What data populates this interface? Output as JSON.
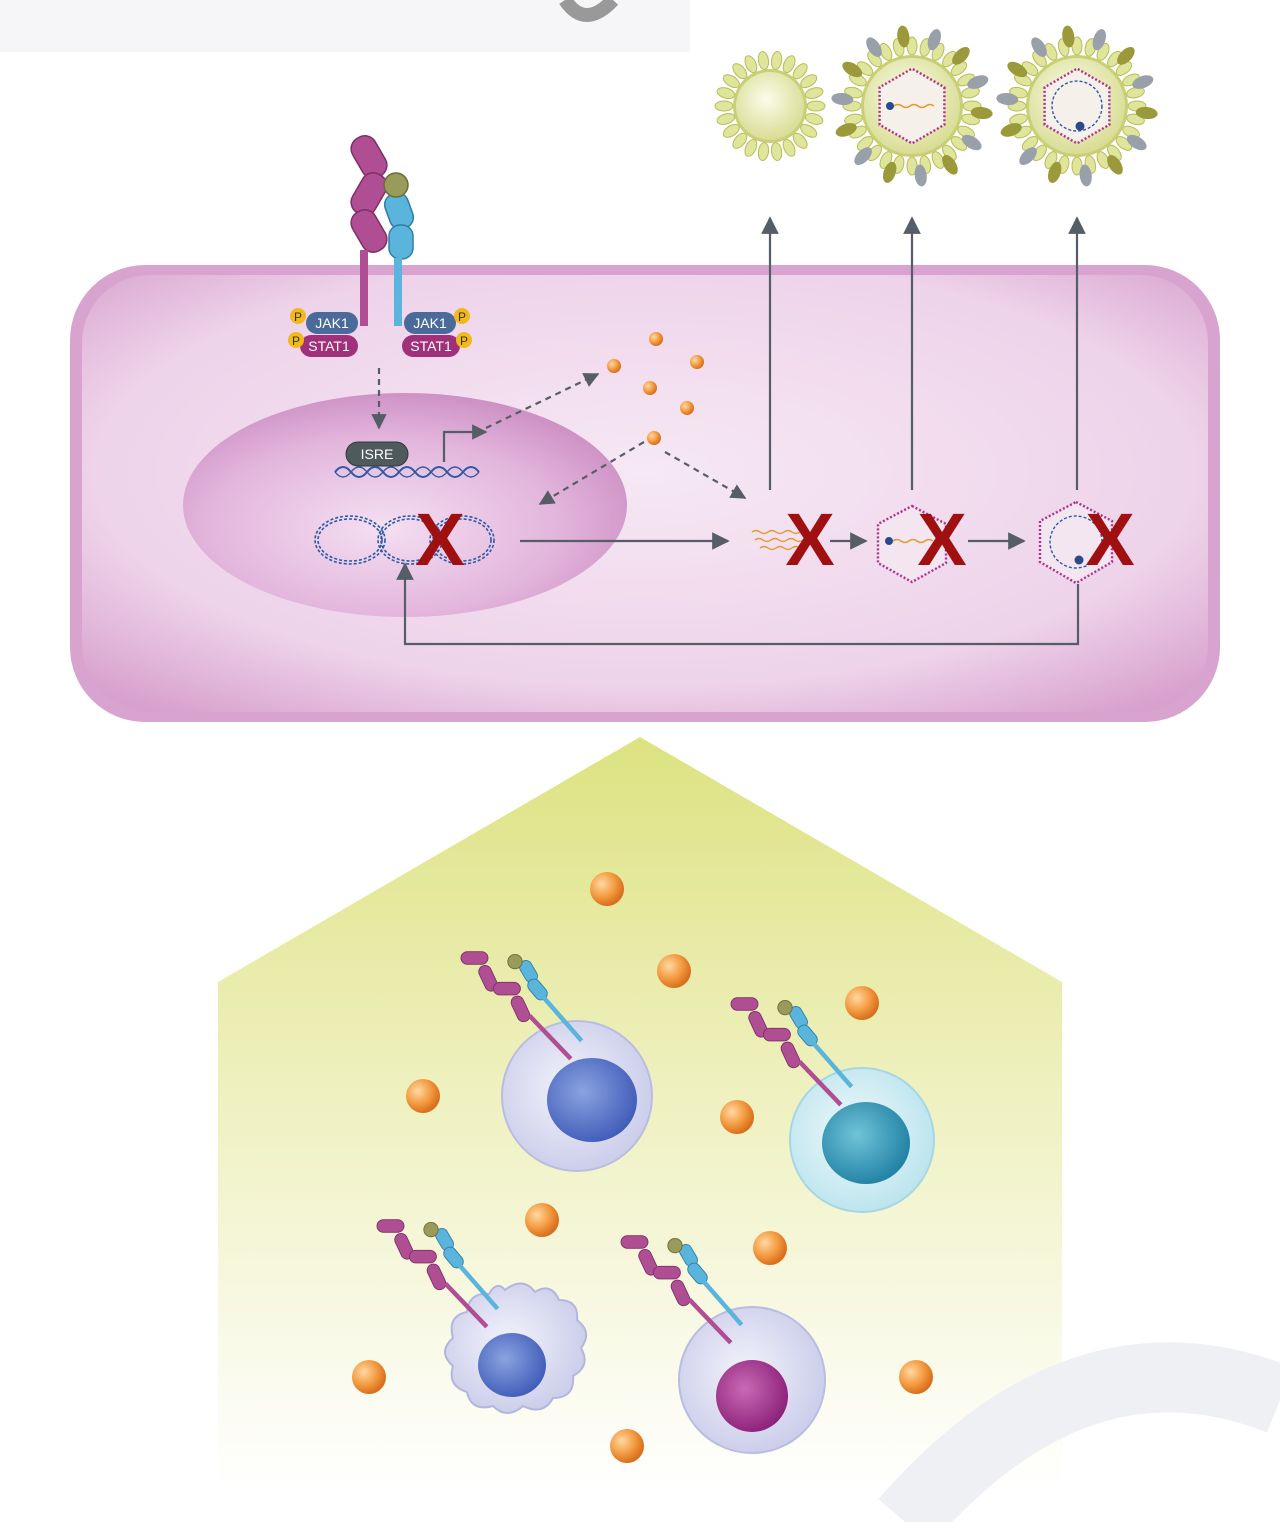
{
  "labels": {
    "jak1_left": "JAK1",
    "stat1_left": "STAT1",
    "jak1_right": "JAK1",
    "stat1_right": "STAT1",
    "phospho": "P",
    "isre": "ISRE",
    "block_mark": "X"
  },
  "colors": {
    "cell_membrane": "#d9a3cf",
    "cell_fill": "#f3dff0",
    "nucleus": "#dca8d6",
    "receptor_subunit_1": "#b04e94",
    "receptor_subunit_2": "#5ab4dc",
    "ligand": "#9a9a5a",
    "jak1": "#4a6a9a",
    "stat1": "#a0307a",
    "phospho": "#f3b81a",
    "interferon_molecule": "#f39a40",
    "dna": "#2a5aa5",
    "block_mark": "#a01010",
    "arrows": "#555d66",
    "immune_field": "#e2e58e",
    "virion_envelope": "#dfe4a8"
  },
  "icons": [
    "receptor-icon",
    "virion-icon",
    "capsid-icon",
    "immune-cell-icon",
    "dna-icon",
    "interferon-icon"
  ]
}
